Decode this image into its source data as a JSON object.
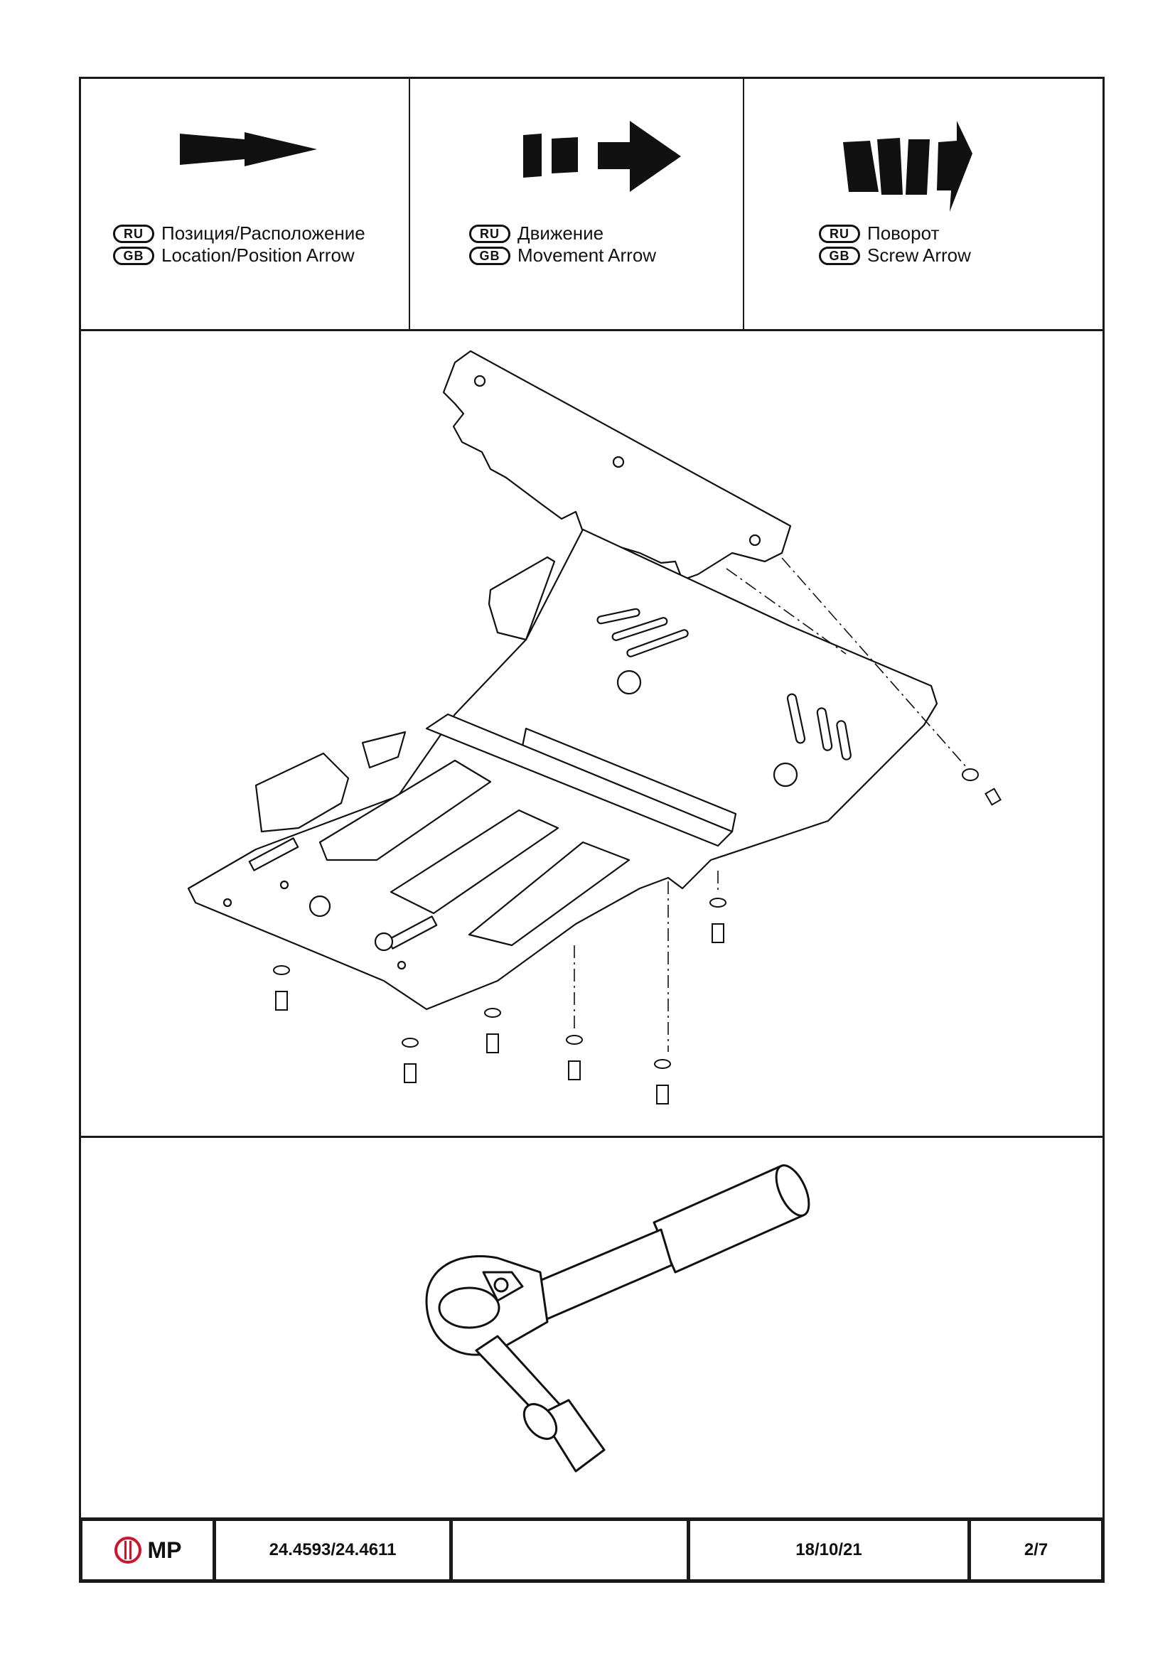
{
  "legend": [
    {
      "icon": "location-arrow-icon",
      "ru_badge": "RU",
      "gb_badge": "GB",
      "ru_text": "Позиция/Расположение",
      "gb_text": "Location/Position Arrow"
    },
    {
      "icon": "movement-arrow-icon",
      "ru_badge": "RU",
      "gb_badge": "GB",
      "ru_text": "Движение",
      "gb_text": "Movement Arrow"
    },
    {
      "icon": "screw-arrow-icon",
      "ru_badge": "RU",
      "gb_badge": "GB",
      "ru_text": "Поворот",
      "gb_text": "Screw Arrow"
    }
  ],
  "diagram": {
    "subject": "skid-plate-assembly",
    "fasteners": "bolts-with-washers"
  },
  "tool": {
    "icon": "ratchet-wrench-icon"
  },
  "footer": {
    "logo_text": "MP",
    "part_number": "24.4593/24.4611",
    "blank": "",
    "date": "18/10/21",
    "page": "2/7"
  },
  "colors": {
    "line": "#1a1a1a",
    "logo_red": "#d0122a"
  }
}
